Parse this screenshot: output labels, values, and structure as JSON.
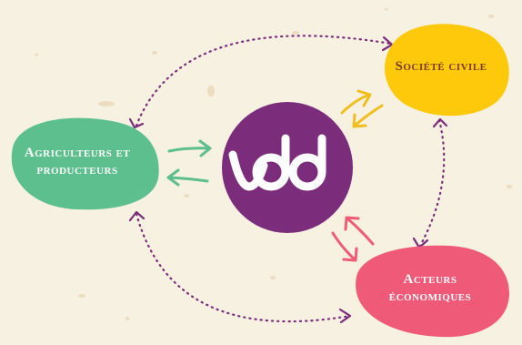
{
  "logo": {
    "text": "vdd",
    "circle_color": "#7b2d7c",
    "text_color": "#ffffff"
  },
  "nodes": {
    "societe_civile": {
      "label": "Société civile",
      "color": "#fdc90a"
    },
    "agriculteurs": {
      "label": "Agriculteurs et producteurs",
      "color": "#5cbf8d"
    },
    "acteurs": {
      "label": "Acteurs économiques",
      "color": "#ef5a79"
    }
  },
  "connector_color": "#7b2d7c",
  "arrow_colors": {
    "green": "#5cbf8d",
    "yellow": "#f0be1e",
    "pink": "#ef5a79"
  },
  "background": "#f7f1e1"
}
